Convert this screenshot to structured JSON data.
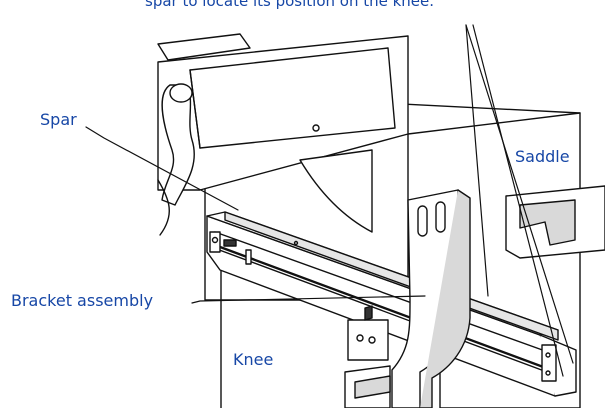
{
  "caption": "spar to locate its position on the knee.",
  "labels": {
    "spar": "Spar",
    "saddle": "Saddle",
    "bracket": "Bracket assembly",
    "knee": "Knee"
  },
  "colors": {
    "label": "#1747a6",
    "line": "#111111",
    "fill": "#ffffff",
    "shade": "#d9d9d9"
  }
}
